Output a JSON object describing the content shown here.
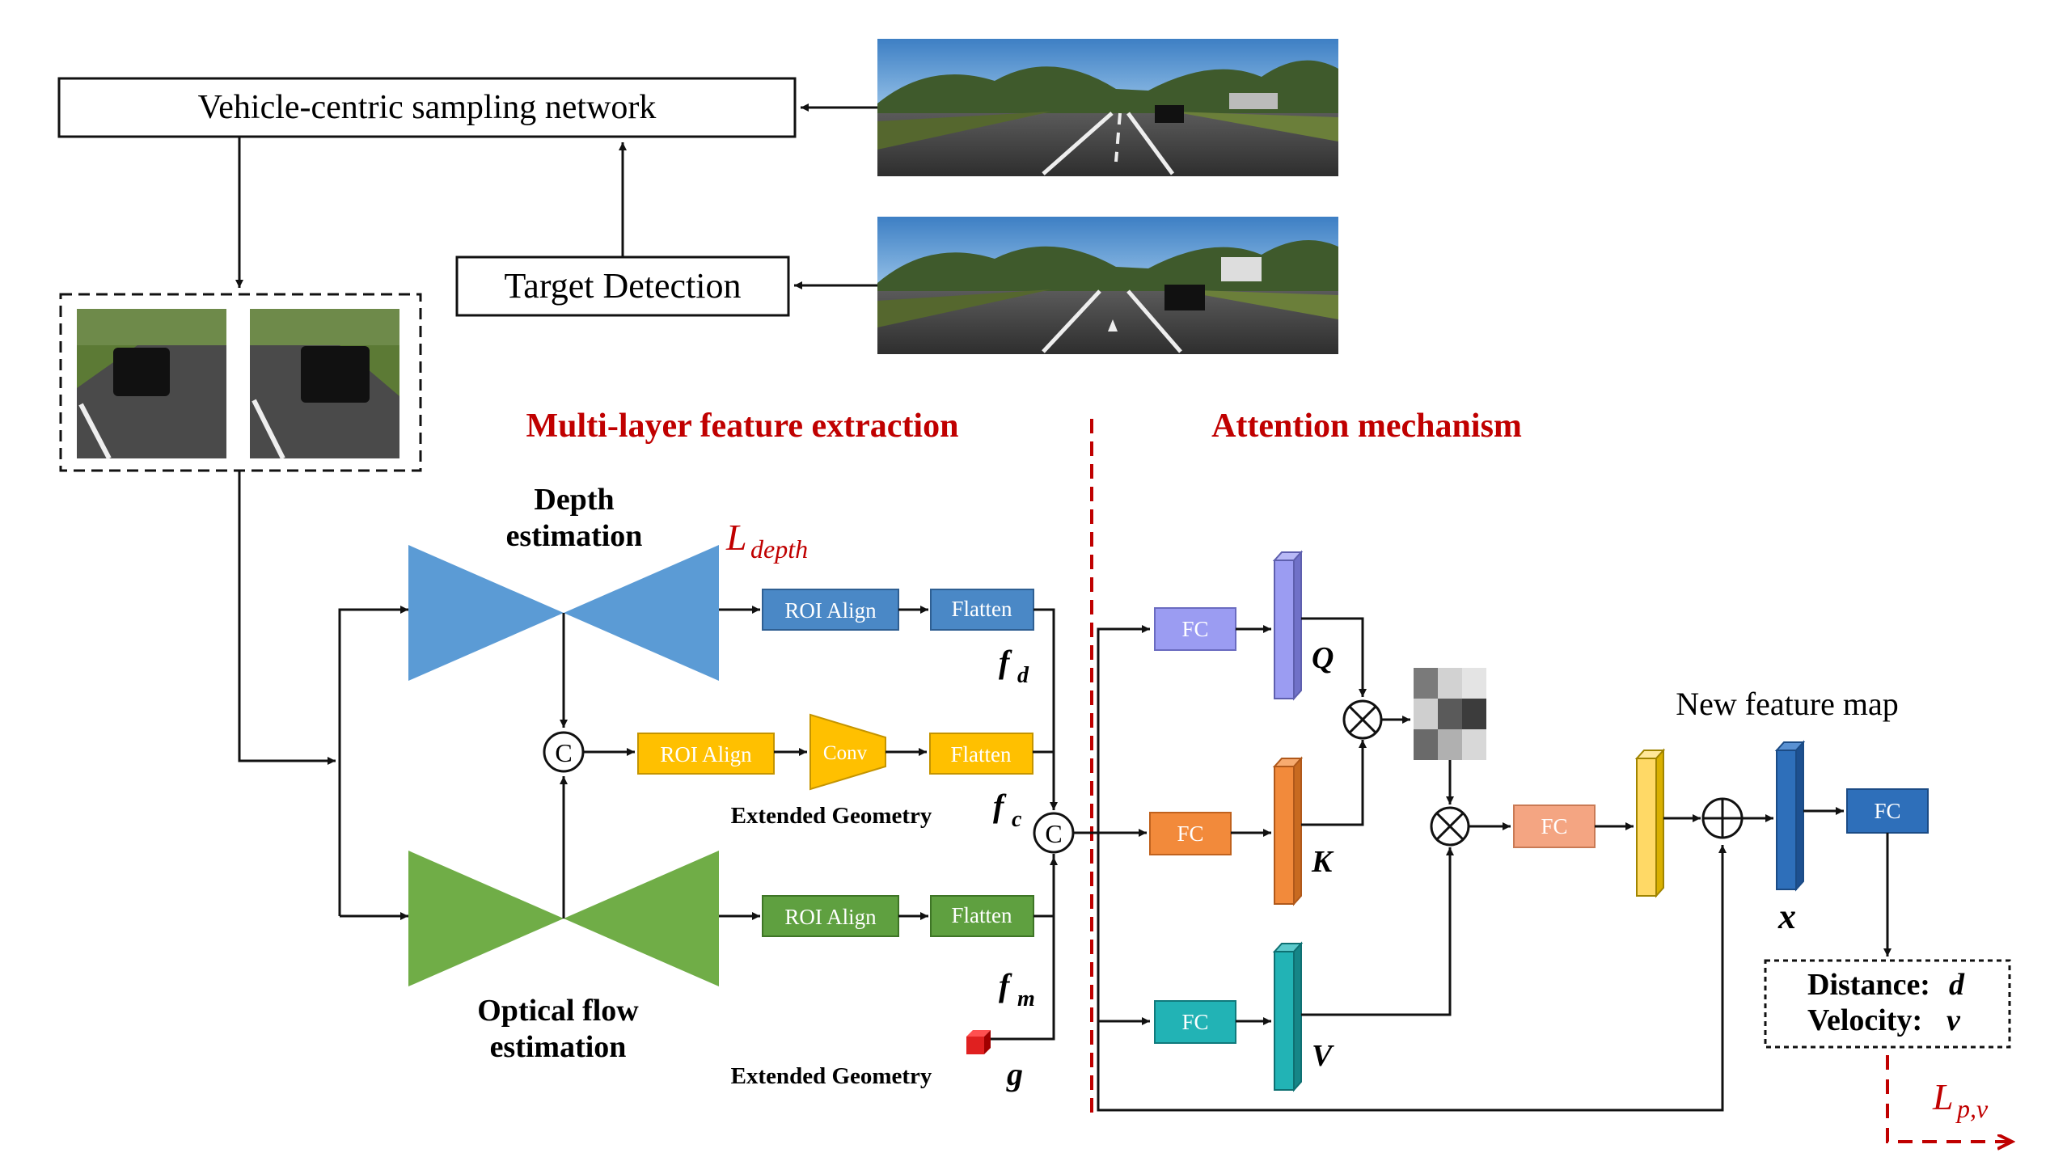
{
  "top": {
    "sampling_network": "Vehicle-centric sampling network",
    "target_detection": "Target Detection"
  },
  "sections": {
    "left_title": "Multi-layer feature extraction",
    "right_title": "Attention mechanism"
  },
  "branches": {
    "depth_line1": "Depth",
    "depth_line2": "estimation",
    "flow_line1": "Optical flow",
    "flow_line2": "estimation",
    "loss_depth_script": "L",
    "loss_depth_sub": "depth"
  },
  "blocks": {
    "roi_align": "ROI Align",
    "flatten": "Flatten",
    "conv": "Conv",
    "fc": "FC",
    "concat_symbol": "C"
  },
  "labels": {
    "extended_geometry": "Extended Geometry",
    "fd": "f",
    "fd_sub": "d",
    "fc": "f",
    "fc_sub": "c",
    "fm": "f",
    "fm_sub": "m",
    "g": "g",
    "q": "Q",
    "k": "K",
    "v": "V",
    "x": "x",
    "new_feature_map": "New feature map",
    "distance_label": "Distance:",
    "distance_var": "d",
    "velocity_label": "Velocity:",
    "velocity_var": "v",
    "loss_pv_script": "L",
    "loss_pv_sub": "p,v"
  },
  "colors": {
    "depth_blue": "#5b9bd5",
    "roi_blue": "#4a88c6",
    "flow_green": "#70ad47",
    "green_box": "#5fa040",
    "yellow": "#ffc000",
    "fc_q": "#9b9cf2",
    "fc_k": "#f28a3b",
    "fc_v": "#22b3b5",
    "fc_mid": "#f4a582",
    "fc_out": "#2e6fba",
    "red": "#c00000"
  }
}
